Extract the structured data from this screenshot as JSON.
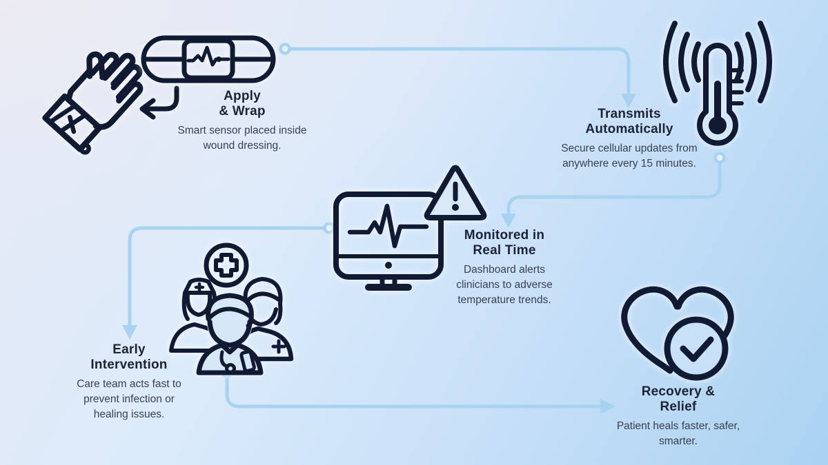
{
  "infographic": {
    "kind": "process-flow",
    "step_count": 5
  },
  "steps": [
    {
      "id": "apply-wrap",
      "title": "Apply & Wrap",
      "title_lines": [
        "Apply",
        "& Wrap"
      ],
      "description": "Smart sensor placed inside wound dressing.",
      "icon": "wrapped-hand-with-sensor-capsule"
    },
    {
      "id": "transmits-automatically",
      "title": "Transmits Automatically",
      "title_lines": [
        "Transmits",
        "Automatically"
      ],
      "description": "Secure cellular updates from anywhere every 15 minutes.",
      "icon": "thermometer-with-signal-waves"
    },
    {
      "id": "monitored-in-real-time",
      "title": "Monitored in Real Time",
      "title_lines": [
        "Monitored in",
        "Real Time"
      ],
      "description": "Dashboard alerts clinicians to adverse temperature trends.",
      "icon": "monitor-with-warning-triangle"
    },
    {
      "id": "early-intervention",
      "title": "Early Intervention",
      "title_lines": [
        "Early",
        "Intervention"
      ],
      "description": "Care team acts fast to prevent infection or healing issues.",
      "icon": "care-team-with-medical-cross"
    },
    {
      "id": "recovery-relief",
      "title": "Recovery & Relief",
      "title_lines": [
        "Recovery &",
        "Relief"
      ],
      "description": "Patient heals faster, safer, smarter.",
      "icon": "heart-with-checkmark"
    }
  ],
  "colors": {
    "icon_stroke": "#101b33",
    "connector_line": "#a8d3f0",
    "connector_node_fill": "#e7f1fb",
    "heading_text": "#1b2334",
    "body_text": "#384050",
    "background_top_left": "#ebeaf1",
    "background_bottom_right": "#aad2f1"
  }
}
